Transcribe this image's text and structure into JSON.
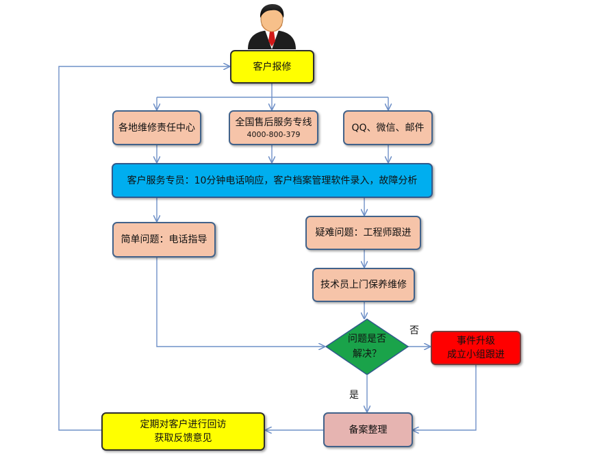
{
  "nodes": {
    "report": "客户报修",
    "local_center": "各地维修责任中心",
    "hotline": "全国售后服务专线",
    "hotline_number": "4000-800-379",
    "online": "QQ、微信、邮件",
    "service": "客户服务专员：10分钟电话响应，客户档案管理软件录入，故障分析",
    "simple": "简单问题：电话指导",
    "hard": "疑难问题：工程师跟进",
    "onsite": "技术员上门保养维修",
    "decision_line1": "问题是否",
    "decision_line2": "解决？",
    "escalate_line1": "事件升级",
    "escalate_line2": "成立小组跟进",
    "archive": "备案整理",
    "feedback_line1": "定期对客户进行回访",
    "feedback_line2": "获取反馈意见"
  },
  "edge_labels": {
    "no": "否",
    "yes": "是"
  },
  "colors": {
    "start_fill": "#ffff00",
    "task_fill": "#f6c4a9",
    "service_fill": "#00aeef",
    "decision_fill": "#1aa34a",
    "escalate_fill": "#ff0000",
    "archive_fill": "#e6b4b1",
    "connector": "#6f90c7"
  }
}
